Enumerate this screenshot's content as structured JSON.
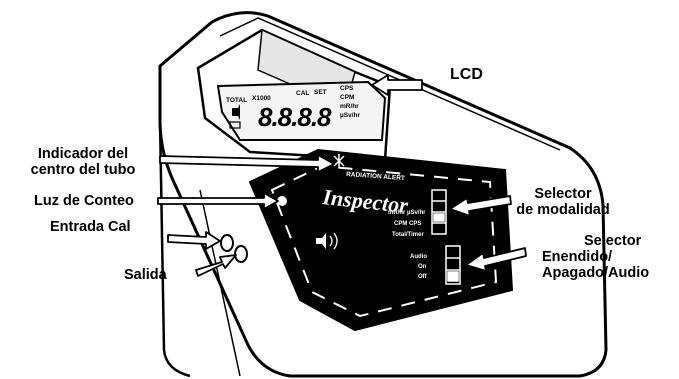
{
  "labels": {
    "lcd": "LCD",
    "tube_indicator_line1": "Indicador del",
    "tube_indicator_line2": "centro del tubo",
    "count_light": "Luz de Conteo",
    "cal_input": "Entrada Cal",
    "output": "Salida",
    "mode_selector_line1": "Selector",
    "mode_selector_line2": "de modalidad",
    "power_selector_line1": "Selector",
    "power_selector_line2": "Enendido/",
    "power_selector_line3": "Apagado/Audio"
  },
  "device": {
    "brand": "Inspector",
    "radiation_alert": "RADIATION ALERT",
    "lcd_total": "TOTAL",
    "lcd_x1000": "X1000",
    "lcd_digits": "8.8.8.8",
    "lcd_cal": "CAL",
    "lcd_set": "SET",
    "lcd_cps": "CPS",
    "lcd_cpm": "CPM",
    "lcd_mrhr": "mR/hr",
    "lcd_usvhr": "µSv/hr",
    "mode_opt1": "mR/hr µSv/hr",
    "mode_opt2": "CPM CPS",
    "mode_opt3": "Total/Timer",
    "power_opt1": "Audio",
    "power_opt2": "On",
    "power_opt3": "Off"
  },
  "colors": {
    "panel": "#000000",
    "ink": "#000000",
    "background": "#ffffff"
  }
}
